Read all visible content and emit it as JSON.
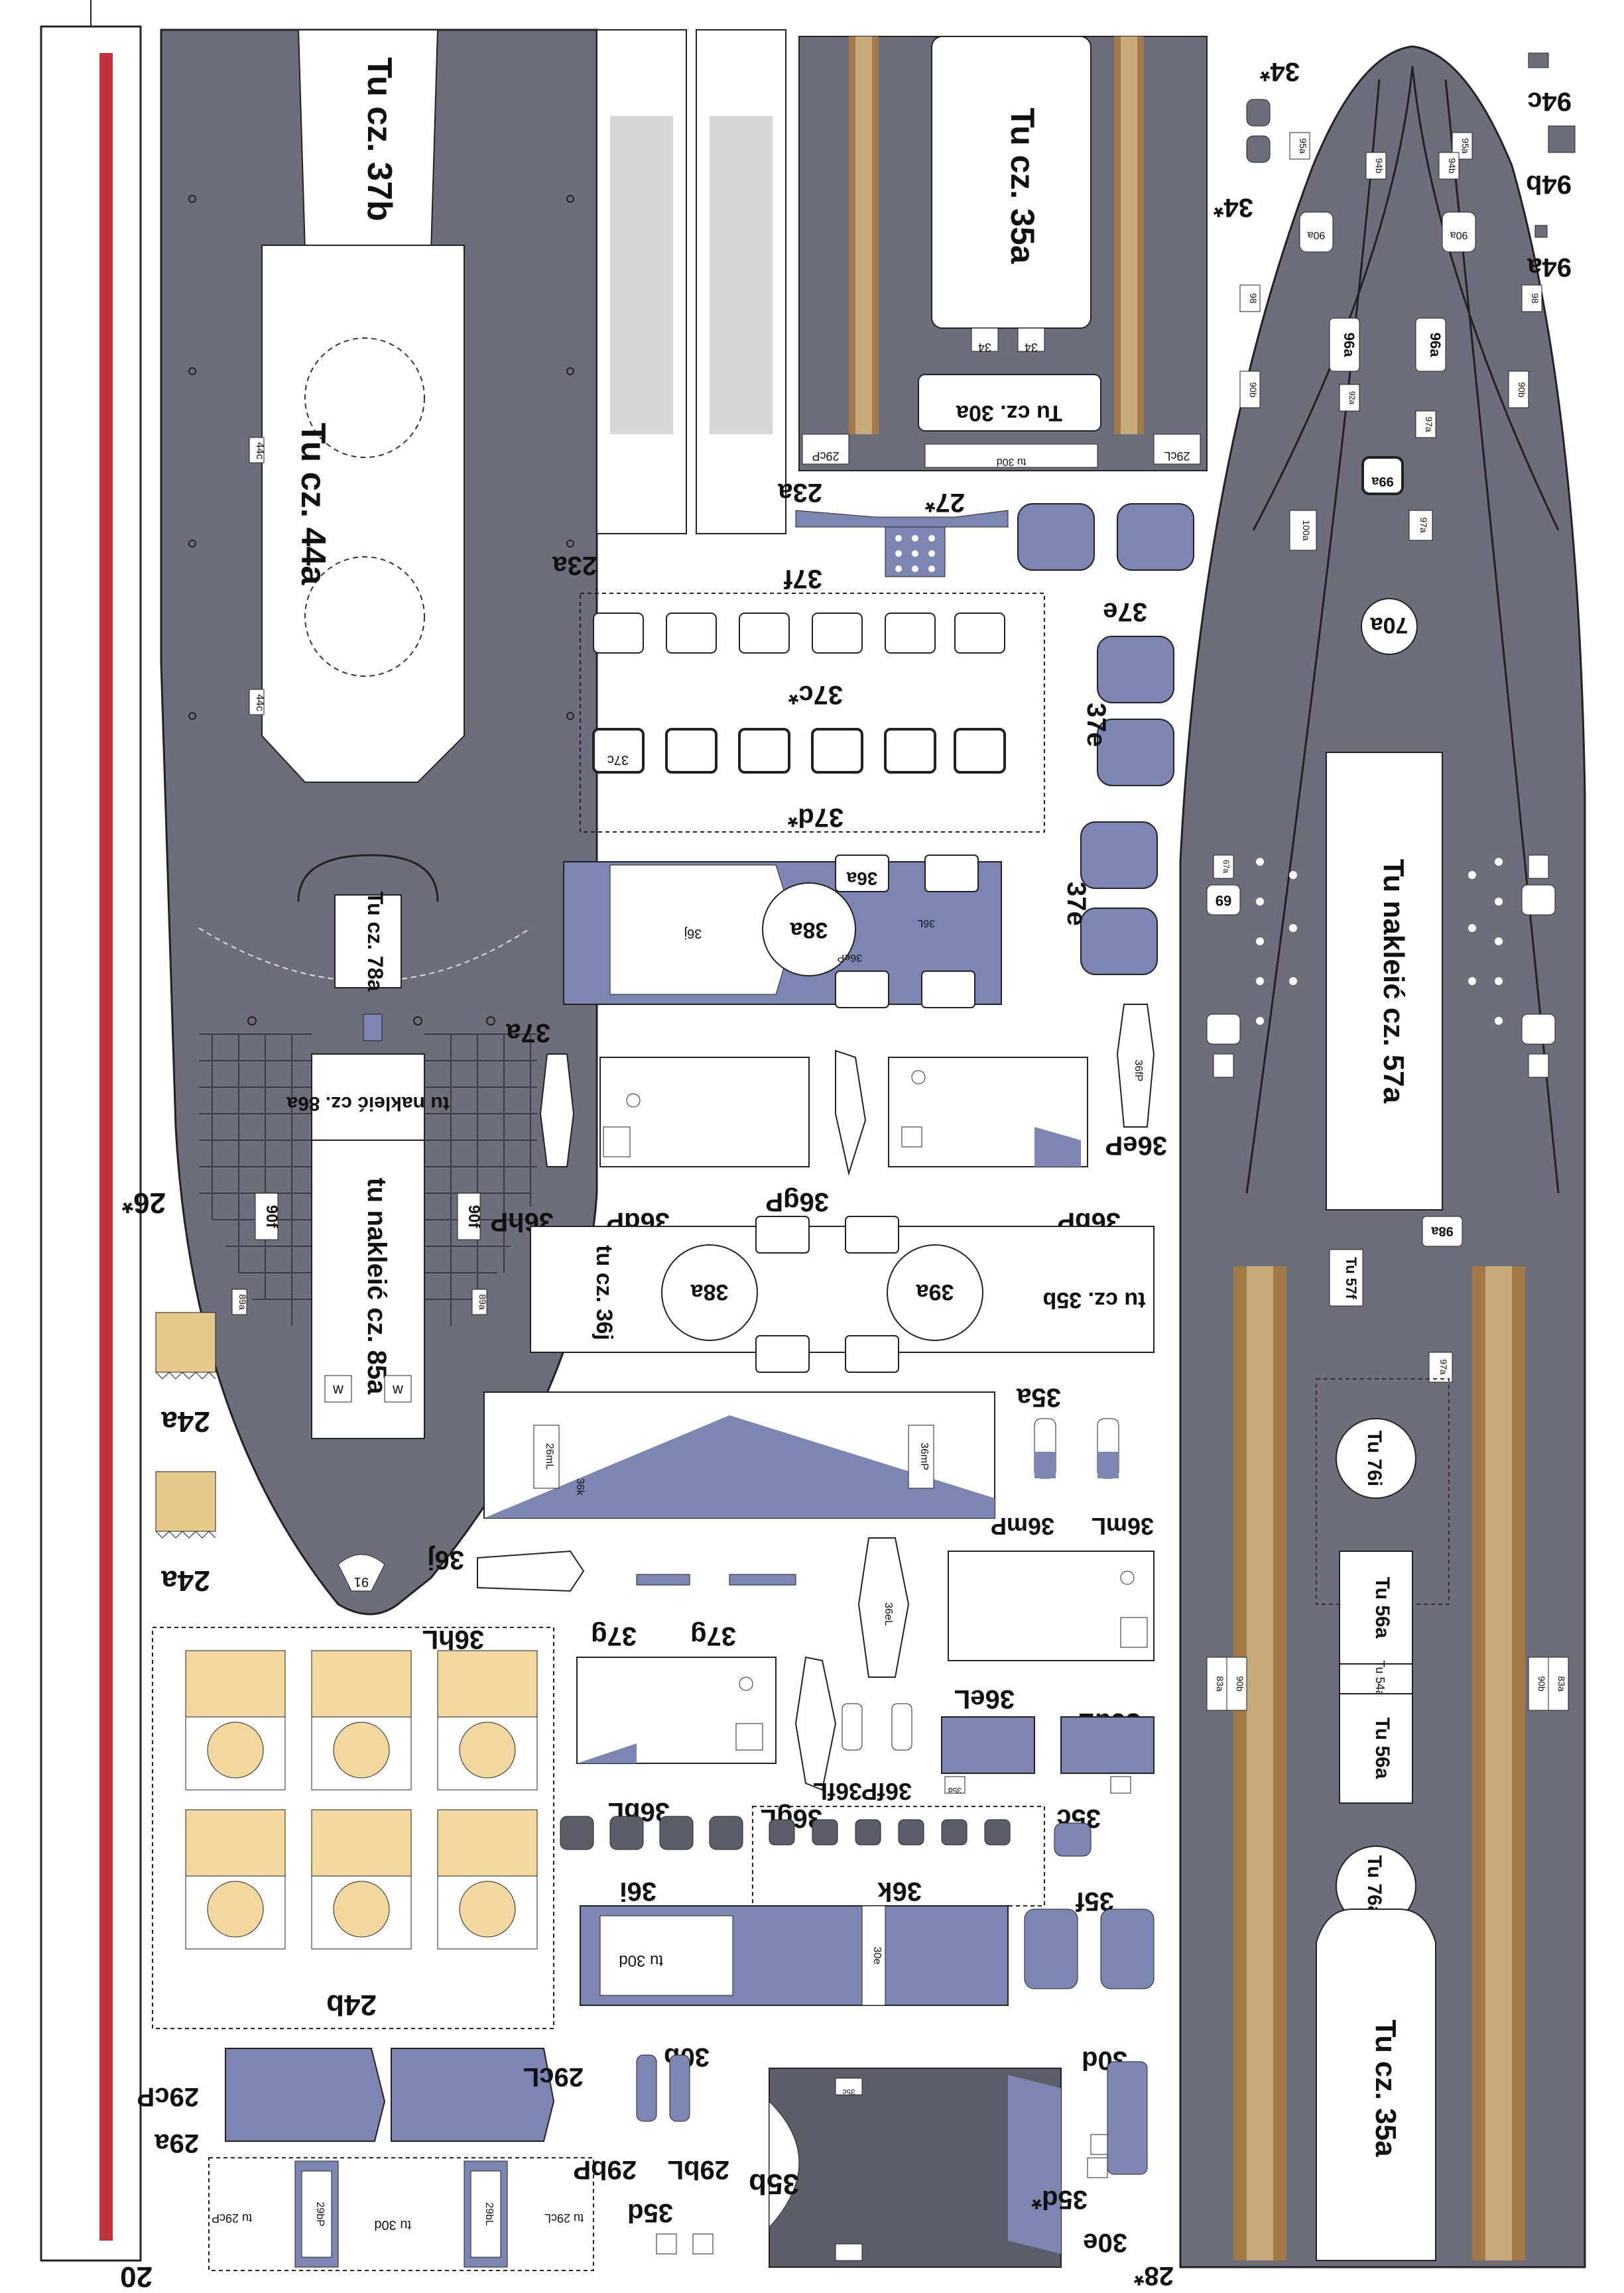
{
  "colors": {
    "deck_gray": "#6c6e7c",
    "deck_dark": "#4f515d",
    "part_blue": "#7d86b2",
    "wood": "#a27a48",
    "plank": "#c7aa7a",
    "sand": "#f2d79f",
    "red": "#c0333a",
    "line": "#222222"
  },
  "left_deck": {
    "panel_37b": "Tu cz. 37b",
    "panel_44a": "Tu cz. 44a",
    "tag_44c": "44c",
    "tag_44c_b": "44c",
    "panel_78a": "Tu cz. 78a",
    "panel_86a": "tu nakleić cz. 86a",
    "panel_85a": "tu nakleić cz. 85a",
    "tag_90f_l": "90f",
    "tag_90f_r": "90f",
    "tag_89a_l": "89a",
    "tag_89a_r": "89a",
    "tag_w1": "w",
    "tag_w2": "w",
    "tag_91": "91"
  },
  "right_deck": {
    "label_34": "34*",
    "label_34b": "34*",
    "label_94a": "94a",
    "label_94b": "94b",
    "label_94c": "94c",
    "tag_95a": "95a",
    "tag_95b": "95a",
    "tag_90a_l": "90a",
    "tag_90a_r": "90a",
    "tag_94b_l": "94b",
    "tag_94b_r": "94b",
    "tag_96a_l": "96a",
    "tag_96a_r": "96a",
    "tag_98_l": "98",
    "tag_98_r": "98",
    "tag_90b_l": "90b",
    "tag_90b_r": "90b",
    "tag_92a": "92a",
    "tag_97a_1": "97a",
    "tag_97a_2": "97a",
    "tag_99a": "99a",
    "tag_100a": "100a",
    "circle_70a": "70a",
    "panel_57a": "Tu nakleić cz. 57a",
    "tag_67a": "67a",
    "tag_69": "69",
    "tag_98a": "98a",
    "tag_57f": "Tu 57f",
    "tag_97a_3": "97a",
    "circle_76i": "Tu 76i",
    "panel_56a_1": "Tu 56a",
    "panel_54a": "Tu 54a",
    "panel_56a_2": "Tu 56a",
    "circle_76a": "Tu 76a",
    "panel_35a": "Tu cz. 35a",
    "tag_83a_l": "83a",
    "tag_90b_l2": "90b",
    "tag_90b_r2": "90b",
    "tag_83a_r": "83a",
    "label_28": "28*"
  },
  "center_parts": {
    "p35a_title": "Tu cz. 35a",
    "p35a_sub": "Tu cz. 30a",
    "tag_34a": "34",
    "tag_34b": "34",
    "tag_29cP": "29cP",
    "tag_29cL": "29cL",
    "tag_30d": "tu 30d",
    "label_27": "27*",
    "label_23a_1": "23a",
    "label_23a_2": "23a",
    "label_37f": "37f",
    "label_37e_1": "37e",
    "label_37e_2": "37e",
    "label_37e_3": "37e",
    "label_37c": "37c*",
    "tag_37c": "37c",
    "label_37d": "37d*",
    "label_37a": "37a",
    "tag_36a": "36a",
    "tag_38a": "38a",
    "tag_36j": "36j",
    "tag_36L": "36L",
    "tag_36eP": "36eP",
    "tag_36fP": "36fP",
    "label_36hP": "36hP",
    "label_36dP": "36dP",
    "label_36gP": "36gP",
    "label_36bP": "36bP",
    "label_36eP": "36eP",
    "tag_39a": "39a",
    "tag_35b": "tu cz. 35b",
    "tag_36j_tu": "tu cz. 36j",
    "label_35a": "35a",
    "tag_26mL": "26mL",
    "tag_36k": "36k",
    "tag_36mP": "36mP",
    "label_36mP": "36mP",
    "label_36mL": "36mL",
    "label_36j": "36j",
    "label_36hL": "36hL",
    "label_37g_1": "37g",
    "label_37g_2": "37g",
    "tag_36eL": "36eL",
    "label_36eL": "36eL",
    "label_36dL": "36dL",
    "label_36bL": "36bL",
    "label_36gL": "36gL",
    "label_36fL": "36fL",
    "label_36fP": "36fP",
    "tag_35d": "35d",
    "label_35c": "35c",
    "label_36i": "36i",
    "label_36k": "36k",
    "label_35f": "35f",
    "tag_30e": "30e",
    "label_30b": "30b",
    "label_30d": "30d",
    "label_29cL": "29cL",
    "label_29cP": "29cP",
    "label_29a": "29a",
    "label_29bP": "29bP",
    "label_29bL": "29bL",
    "label_35b": "35b",
    "tag_35c": "35c",
    "label_35d": "35d",
    "label_35d_star": "35d*",
    "label_30e": "30e",
    "tag_29bP": "29bP",
    "tag_29bL": "29bL",
    "tag_tu29cP": "tu 29cP",
    "tag_tu29cL": "tu 29cL",
    "tag_tu30d_1": "tu 30d",
    "label_20": "20",
    "label_24a_1": "24a",
    "label_24a_2": "24a",
    "label_24b": "24b",
    "label_26": "26*"
  }
}
